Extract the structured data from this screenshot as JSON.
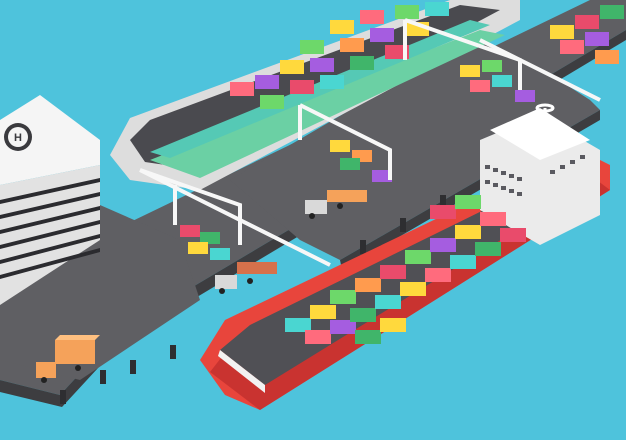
{
  "scene": {
    "helipad_marking": "H",
    "colors": {
      "water": "#4ec3dc",
      "dock_top": "#5f5f63",
      "dock_side": "#3d3d40",
      "building_white": "#eeeeee",
      "building_shadow": "#c9c9c9",
      "hull_red": "#e8453c",
      "hull_top": "#505055",
      "deck_white": "#f2f2f2",
      "ship_cabin": "#ebebeb",
      "truck_orange": "#f5a25a",
      "trailer_cargo": "#d6714b",
      "crane_white": "#f7f7f7",
      "container_palette": [
        "#ff6b7d",
        "#ffd93d",
        "#6dd86a",
        "#4ad6d1",
        "#a55de0",
        "#ff9b4e",
        "#e94b6b",
        "#40b56a"
      ]
    },
    "elements": [
      "port-dock",
      "office-building",
      "helipad",
      "cargo-ship",
      "container-barge",
      "gantry-crane",
      "truck",
      "container-stack"
    ]
  }
}
